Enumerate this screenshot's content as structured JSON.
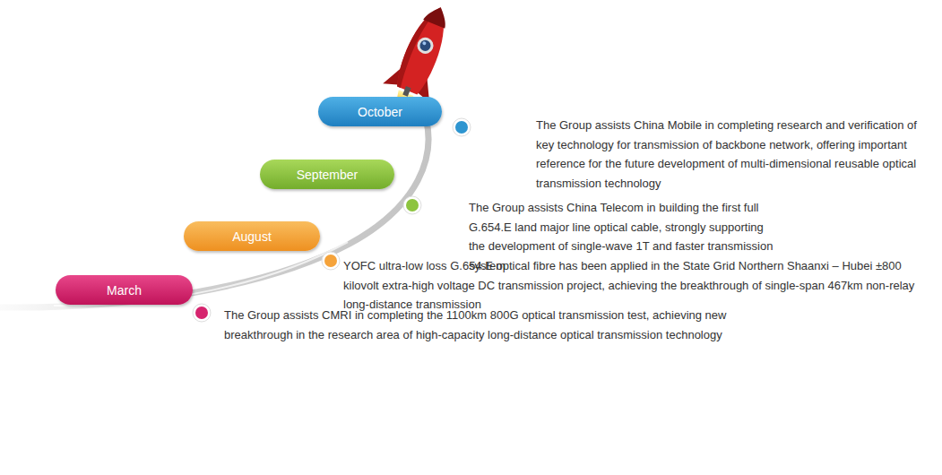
{
  "diagram": {
    "nodes": [
      {
        "text": [
          "October"
        ]
      },
      {
        "text": [
          "September"
        ]
      },
      {
        "text": [
          "August"
        ]
      },
      {
        "text": [
          "March"
        ]
      }
    ],
    "labels": [
      "The Group assists China Mobile in completing research and verification of key technology for transmission of backbone network, offering important reference for the future development of multi-dimensional reusable optical transmission technology",
      "The Group assists China Telecom in building the first full G.654.E land major line optical cable, strongly supporting the development of single-wave 1T and faster transmission system",
      "YOFC ultra-low loss G.654.E optical fibre has been applied in the State Grid Northern Shaanxi – Hubei ±800 kilovolt extra-high voltage DC transmission project, achieving the breakthrough of single-span 467km non-relay long-distance transmission",
      "The Group assists CMRI in completing the 1100km 800G optical transmission test, achieving new breakthrough in the research area of high-capacity long-distance optical transmission technology"
    ]
  }
}
